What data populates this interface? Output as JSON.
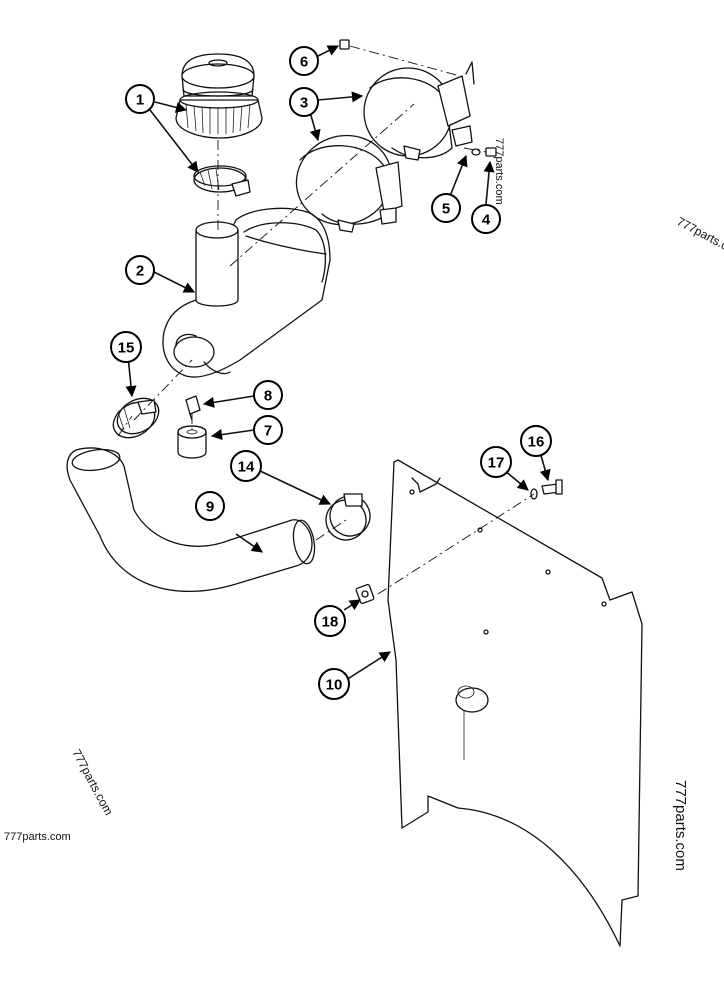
{
  "callouts": {
    "c1": "1",
    "c2": "2",
    "c3": "3",
    "c4": "4",
    "c5": "5",
    "c6": "6",
    "c7": "7",
    "c8": "8",
    "c9": "9",
    "c10": "10",
    "c14": "14",
    "c15": "15",
    "c16": "16",
    "c17": "17",
    "c18": "18"
  },
  "watermarks": {
    "top_right": "777parts.c",
    "bracket": "777parts.com",
    "left_rotated": "777parts.com",
    "left_bottom": "777parts.com",
    "right_vertical": "777parts.com"
  },
  "colors": {
    "ink": "#111111",
    "paper": "#ffffff"
  }
}
